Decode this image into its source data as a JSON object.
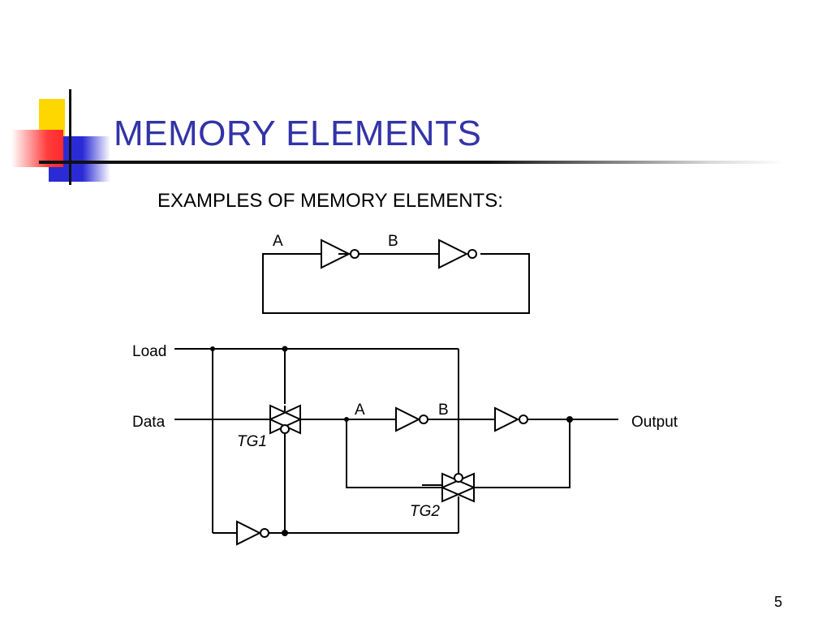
{
  "slide": {
    "title": "MEMORY ELEMENTS",
    "subtitle": "EXAMPLES OF MEMORY ELEMENTS:",
    "page_number": "5"
  },
  "circuit1": {
    "label_a": "A",
    "label_b": "B"
  },
  "circuit2": {
    "load_label": "Load",
    "data_label": "Data",
    "output_label": "Output",
    "label_a": "A",
    "label_b": "B",
    "tg1_label": "TG1",
    "tg2_label": "TG2"
  },
  "colors": {
    "title": "#3333a8",
    "accent_yellow": "#ffd700",
    "accent_red": "#ff2a2a",
    "accent_blue": "#2b2bd6"
  }
}
